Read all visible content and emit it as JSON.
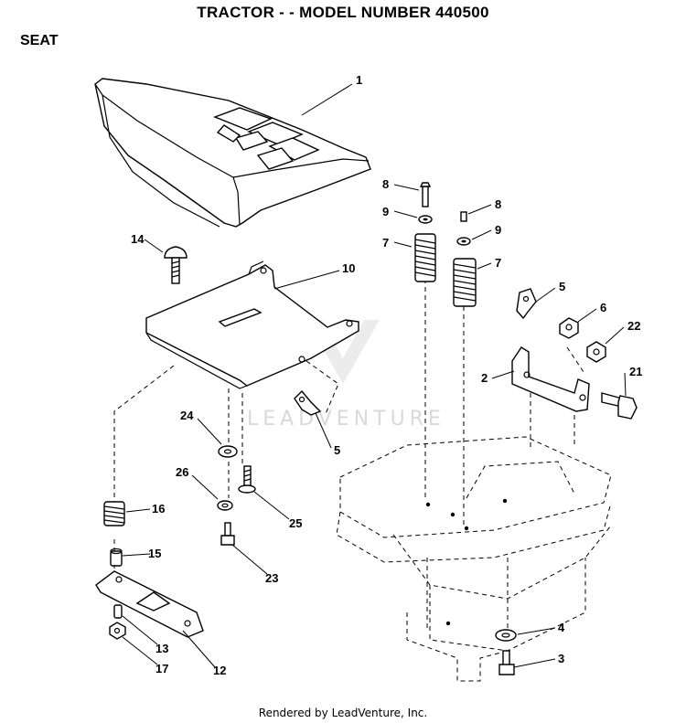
{
  "header": {
    "title": "TRACTOR - - MODEL NUMBER 440500",
    "section": "SEAT"
  },
  "watermark": "LEADVENTURE",
  "footer": "Rendered by LeadVenture, Inc.",
  "callouts": {
    "c1": "1",
    "c2": "2",
    "c3": "3",
    "c4": "4",
    "c5a": "5",
    "c5b": "5",
    "c6": "6",
    "c7a": "7",
    "c7b": "7",
    "c8a": "8",
    "c8b": "8",
    "c9a": "9",
    "c9b": "9",
    "c10": "10",
    "c12": "12",
    "c13": "13",
    "c14": "14",
    "c15": "15",
    "c16": "16",
    "c17": "17",
    "c21": "21",
    "c22": "22",
    "c23": "23",
    "c24": "24",
    "c25": "25",
    "c26": "26"
  }
}
